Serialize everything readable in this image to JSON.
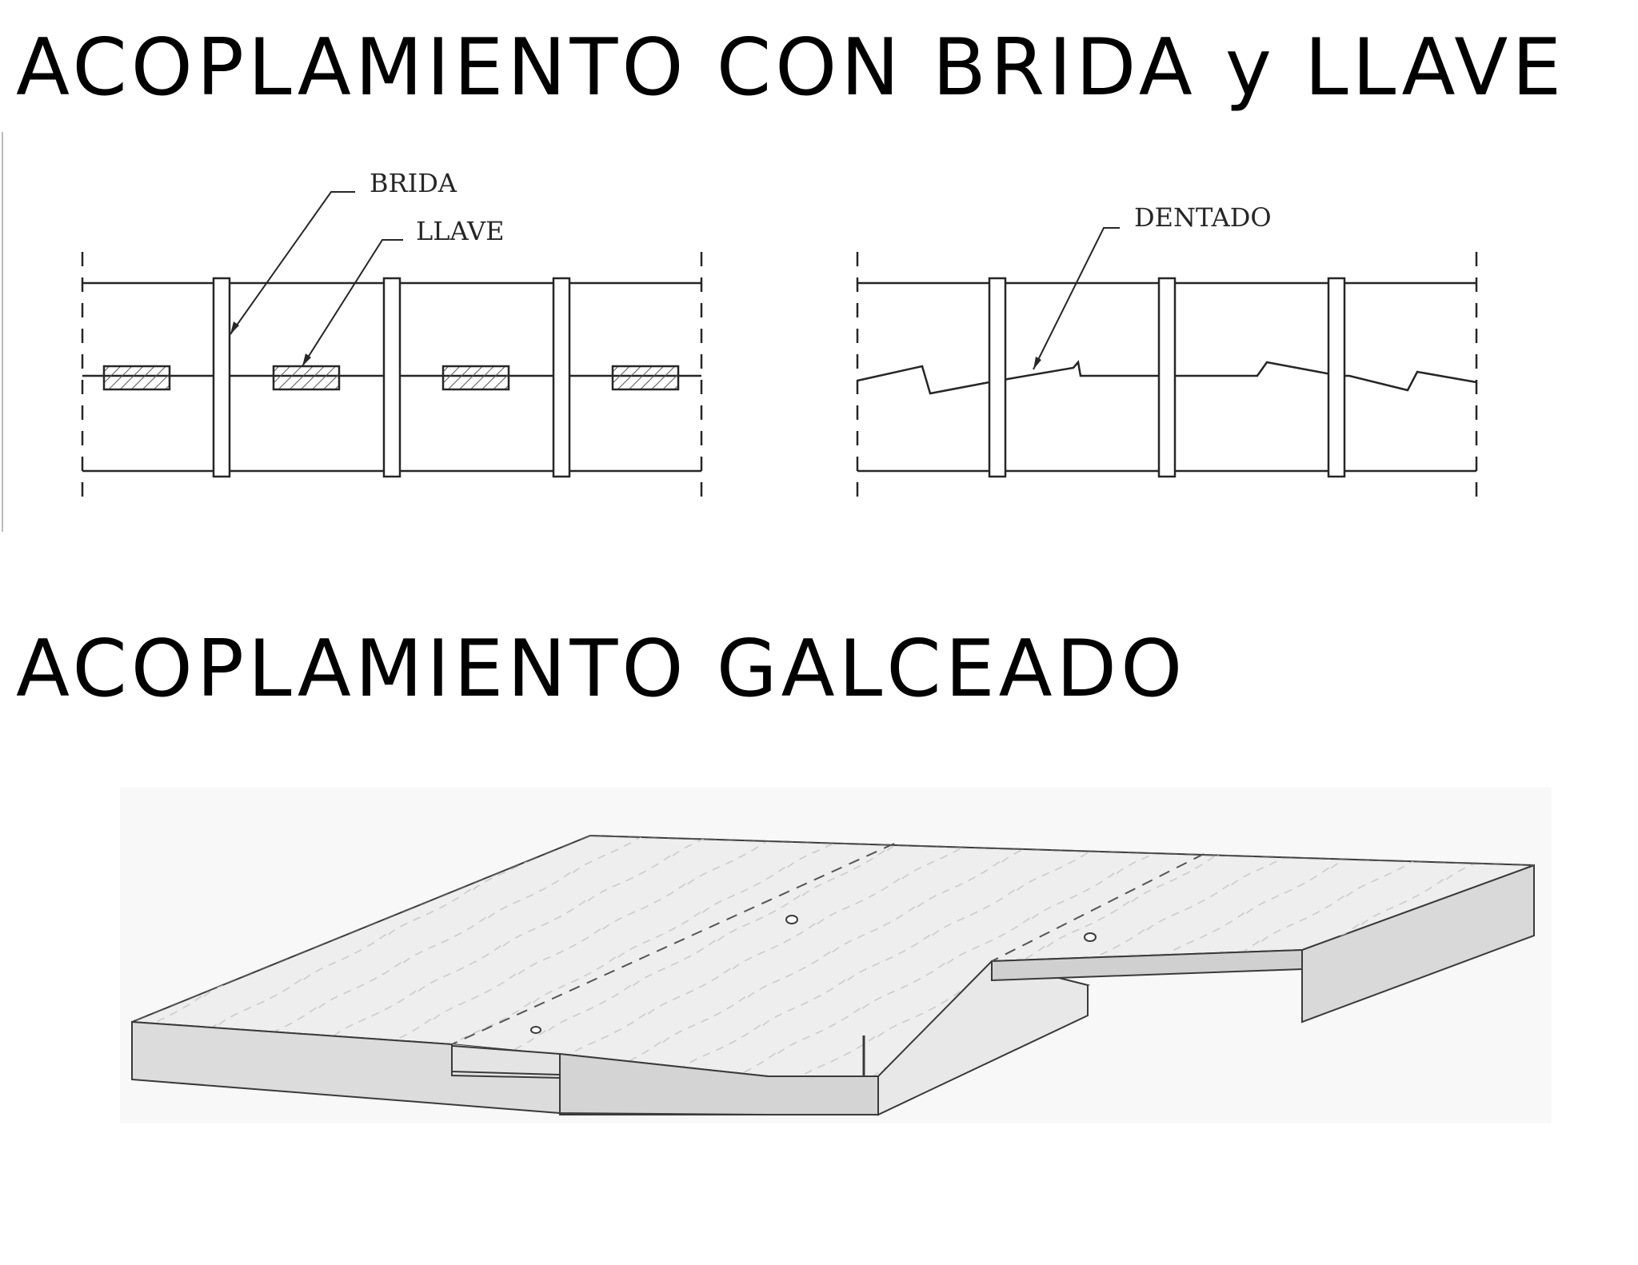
{
  "sections": [
    {
      "title": "ACOPLAMIENTO  CON  BRIDA  y  LLAVE",
      "left_diagram": {
        "labels": {
          "flange": "BRIDA",
          "key": "LLAVE"
        }
      },
      "right_diagram": {
        "labels": {
          "toothed": "DENTADO"
        }
      }
    },
    {
      "title": "ACOPLAMIENTO  GALCEADO"
    }
  ],
  "colors": {
    "text": "#000000",
    "line": "#262626",
    "hatch": "#555555",
    "panel_top": "#eeeeee",
    "panel_side": "#d9d9d9"
  }
}
